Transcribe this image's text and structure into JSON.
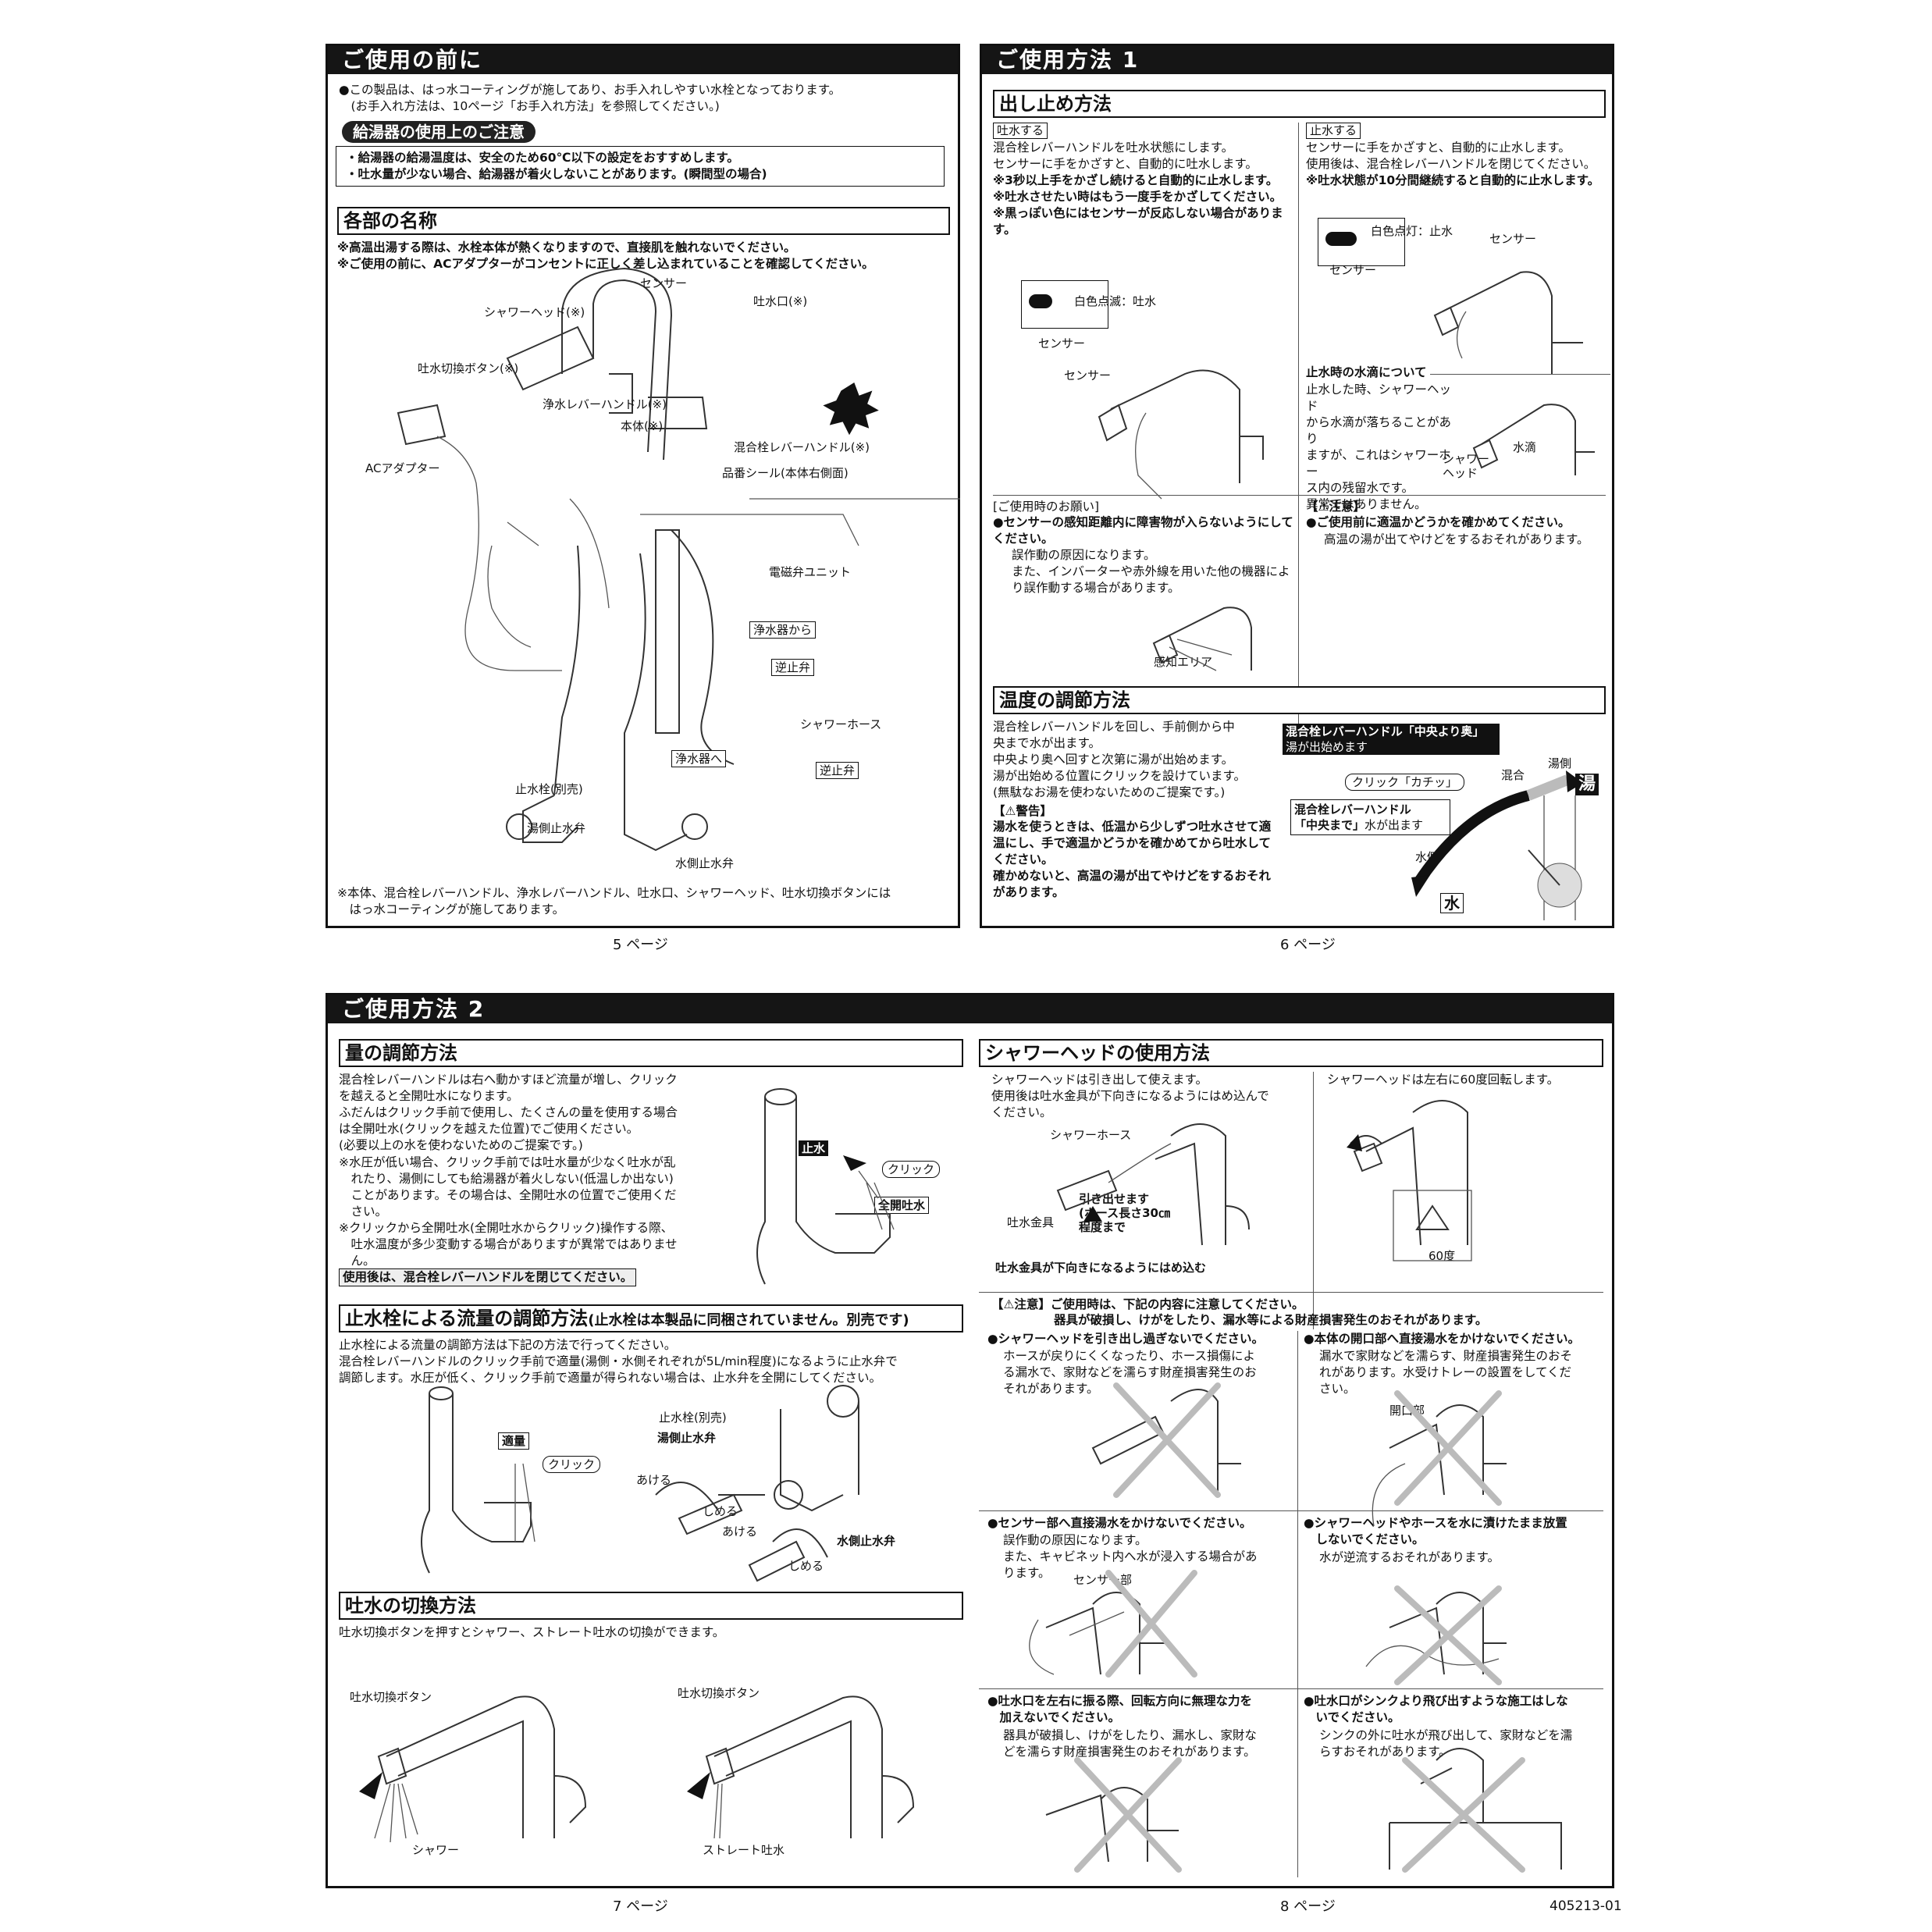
{
  "page5": {
    "header": "ご使用の前に",
    "intro": "●この製品は、はっ水コーティングが施してあり、お手入れしやすい水栓となっております。\n　(お手入れ方法は、10ページ「お手入れ方法」を参照してください。)",
    "heater_title": "給湯器の使用上のご注意",
    "heater_lines": "・給湯器の給湯温度は、安全のため60℃以下の設定をおすすめします。\n・吐水量が少ない場合、給湯器が着火しないことがあります。(瞬間型の場合)",
    "parts_title": "各部の名称",
    "parts_notes": "※高温出湯する際は、水栓本体が熱くなりますので、直接肌を触れないでください。\n※ご使用の前に、ACアダプターがコンセントに正しく差し込まれていることを確認してください。",
    "labels": {
      "sensor": "センサー",
      "spout": "吐水口(※)",
      "shower_head": "シャワーヘッド(※)",
      "hot_caution": "高温注意",
      "switch_button": "吐水切換ボタン(※)",
      "pure_lever": "浄水レバーハンドル(※)",
      "body": "本体(※)",
      "mix_lever": "混合栓レバーハンドル(※)",
      "ac_adapter": "ACアダプター",
      "seal": "品番シール(本体右側面)",
      "solenoid": "電磁弁ユニット",
      "from_purifier": "浄水器から",
      "check_valve": "逆止弁",
      "shower_hose": "シャワーホース",
      "to_purifier": "浄水器へ",
      "stop_valve": "止水栓(別売)",
      "check_valve2": "逆止弁",
      "hot_valve": "湯側止水弁",
      "cold_valve": "水側止水弁"
    },
    "footnote": "※本体、混合栓レバーハンドル、浄水レバーハンドル、吐水口、シャワーヘッド、吐水切換ボタンには\n　はっ水コーティングが施してあります。",
    "page_label": "5 ページ"
  },
  "page6": {
    "header": "ご使用方法 1",
    "onoff_title": "出し止め方法",
    "start_tag": "吐水する",
    "start_text": "混合栓レバーハンドルを吐水状態にします。\nセンサーに手をかざすと、自動的に吐水します。",
    "start_bold": "※3秒以上手をかざし続けると自動的に止水します。\n※吐水させたい時はもう一度手をかざしてください。\n※黒っぽい色にはセンサーが反応しない場合があります。",
    "blink_label": "白色点滅：吐水",
    "sensor_label": "センサー",
    "sensor_label2": "センサー",
    "stop_tag": "止水する",
    "stop_text": "センサーに手をかざすと、自動的に止水します。\n使用後は、混合栓レバーハンドルを閉じてください。",
    "stop_bold": "※吐水状態が10分間継続すると自動的に止水します。",
    "light_label": "白色点灯：止水",
    "sensor_label3": "センサー",
    "sensor_label4": "センサー",
    "drip_title": "止水時の水滴について",
    "drip_text": "止水した時、シャワーヘッド\nから水滴が落ちることがあり\nますが、これはシャワーホー\nス内の残留水です。\n異常ではありません。",
    "drip_labels": [
      "シャワー\nヘッド",
      "水滴"
    ],
    "request_title": "[ご使用時のお願い]",
    "request_bold": "●センサーの感知距離内に障害物が入らないようにしてください。",
    "request_text": "誤作動の原因になります。\nまた、インバーターや赤外線を用いた他の機器により誤作動する場合があります。",
    "sense_area": "感知エリア",
    "caution_title": "【⚠注意】",
    "caution_bold": "●ご使用前に適温かどうかを確かめてください。",
    "caution_text": "高温の湯が出てやけどをするおそれがあります。",
    "temp_title": "温度の調節方法",
    "temp_text": "混合栓レバーハンドルを回し、手前側から中\n央まで水が出ます。\n中央より奥へ回すと次第に湯が出始めます。\n湯が出始める位置にクリックを設けています。\n(無駄なお湯を使わないためのご提案です。)",
    "warn_title": "【⚠警告】",
    "warn_bold": "湯水を使うときは、低温から少しずつ吐水させて適温にし、手で適温かどうかを確かめてから吐水してください。\n確かめないと、高温の湯が出てやけどをするおそれがあります。",
    "box1_bold": "混合栓レバーハンドル「中央より奥」",
    "box1_text": "湯が出始めます",
    "click_label": "クリック「カチッ」",
    "mix_label": "混合",
    "hot_side": "湯側",
    "hot_char": "湯",
    "box2_bold1": "混合栓レバーハンドル",
    "box2_bold2": "「中央まで」",
    "box2_text": "水が出ます",
    "cold_side": "水側",
    "cold_char": "水",
    "page_label": "6 ページ"
  },
  "page78": {
    "header": "ご使用方法 2",
    "flow_title": "量の調節方法",
    "flow_text": "混合栓レバーハンドルは右へ動かすほど流量が増し、クリック\nを越えると全開吐水になります。\nふだんはクリック手前で使用し、たくさんの量を使用する場合\nは全開吐水(クリックを越えた位置)でご使用ください。\n(必要以上の水を使わないためのご提案です。)",
    "flow_notes": "※水圧が低い場合、クリック手前では吐水量が少なく吐水が乱\n　れたり、湯側にしても給湯器が着火しない(低温しか出ない)\n　ことがあります。その場合は、全開吐水の位置でご使用くだ\n　さい。\n※クリックから全開吐水(全開吐水からクリック)操作する際、\n　吐水温度が多少変動する場合がありますが異常ではありませ\n　ん。",
    "flow_footer": "使用後は、混合栓レバーハンドルを閉じてください。",
    "flow_labels": {
      "stop": "止水",
      "click": "クリック",
      "full": "全開吐水"
    },
    "valve_title": "止水栓による流量の調節方法",
    "valve_sub": "(止水栓は本製品に同梱されていません。別売です)",
    "valve_text": "止水栓による流量の調節方法は下記の方法で行ってください。\n混合栓レバーハンドルのクリック手前で適量(湯側・水側それぞれが5L/min程度)になるように止水弁で\n調節します。水圧が低く、クリック手前で適量が得られない場合は、止水弁を全開にしてください。",
    "valve_labels": {
      "proper": "適量",
      "click": "クリック",
      "stop_valve": "止水栓(別売)",
      "hot_valve": "湯側止水弁",
      "open1": "あける",
      "close1": "しめる",
      "open2": "あける",
      "close2": "しめる",
      "cold_valve": "水側止水弁"
    },
    "switch_title": "吐水の切換方法",
    "switch_text": "吐水切換ボタンを押すとシャワー、ストレート吐水の切換ができます。",
    "switch_labels": {
      "btn1": "吐水切換ボタン",
      "btn2": "吐水切換ボタン",
      "shower": "シャワー",
      "straight": "ストレート吐水"
    },
    "showerhead_title": "シャワーヘッドの使用方法",
    "sh_text1": "シャワーヘッドは引き出して使えます。\n使用後は吐水金具が下向きになるようにはめ込んで\nください。",
    "sh_text2": "シャワーヘッドは左右に60度回転します。",
    "sh_labels": {
      "hose": "シャワーホース",
      "pull": "引き出せます\n(ホース長さ30㎝\n程度まで",
      "fitting": "吐水金具",
      "down": "吐水金具が下向きになるようにはめ込む",
      "deg": "60度"
    },
    "attn_title": "【⚠注意】ご使用時は、下記の内容に注意してください。",
    "attn_sub": "器具が破損し、けがをしたり、漏水等による財産損害発生のおそれがあります。",
    "warnings": [
      {
        "bold": "●シャワーヘッドを引き出し過ぎないでください。",
        "text": "ホースが戻りにくくなったり、ホース損傷によ\nる漏水で、家財などを濡らす財産損害発生のお\nそれがあります。"
      },
      {
        "bold": "●本体の開口部へ直接湯水をかけないでください。",
        "text": "漏水で家財などを濡らす、財産損害発生のおそ\nれがあります。水受けトレーの設置をしてくだ\nさい。",
        "extra": "開口部"
      },
      {
        "bold": "●センサー部へ直接湯水をかけないでください。",
        "text": "誤作動の原因になります。\nまた、キャビネット内へ水が浸入する場合があ\nります。",
        "extra": "センサー部"
      },
      {
        "bold": "●シャワーヘッドやホースを水に漬けたまま放置\n　しないでください。",
        "text": "水が逆流するおそれがあります。"
      },
      {
        "bold": "●吐水口を左右に振る際、回転方向に無理な力を\n　加えないでください。",
        "text": "器具が破損し、けがをしたり、漏水し、家財な\nどを濡らす財産損害発生のおそれがあります。"
      },
      {
        "bold": "●吐水口がシンクより飛び出すような施工はしな\n　いでください。",
        "text": "シンクの外に吐水が飛び出して、家財などを濡\nらすおそれがあります。"
      }
    ],
    "page7_label": "7 ページ",
    "page8_label": "8 ページ",
    "doc_code": "405213-01"
  }
}
